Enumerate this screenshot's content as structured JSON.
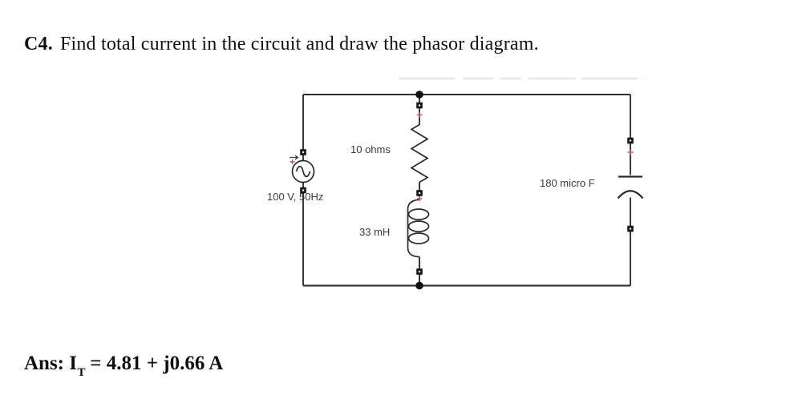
{
  "problem": {
    "number": "C4.",
    "text": "Find total current in the circuit and draw the phasor diagram."
  },
  "circuit": {
    "source": {
      "label": "100 V, 50Hz"
    },
    "resistor": {
      "label": "10 ohms"
    },
    "inductor": {
      "label": "33 mH"
    },
    "capacitor": {
      "label": "180 micro F"
    }
  },
  "answer": {
    "prefix": "Ans: I",
    "subscript": "T",
    "rest": " = 4.81 + j0.66 A"
  },
  "colors": {
    "wire": "#2e2e2e",
    "polarity_mark": "#cc5555",
    "component_label_text": "#3b3b3b",
    "body_text": "#101010",
    "faint_top_line": "#e8ece8"
  }
}
